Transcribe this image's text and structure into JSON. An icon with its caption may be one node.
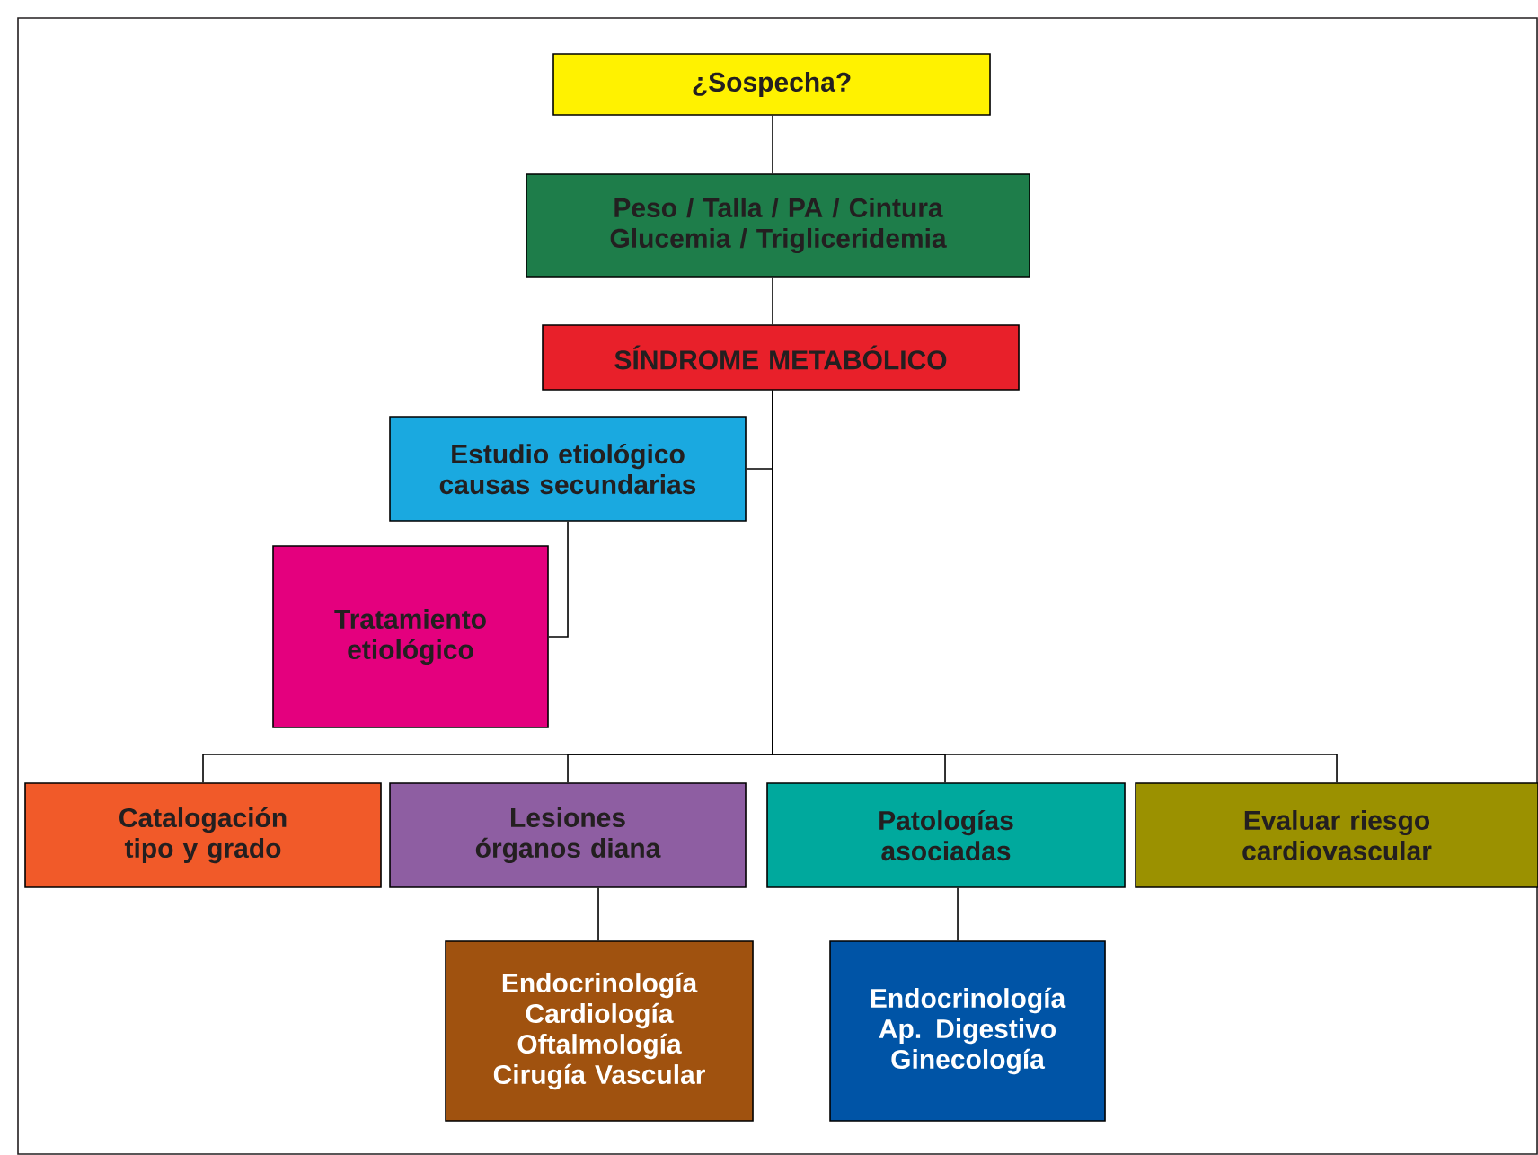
{
  "diagram": {
    "nodes": [
      {
        "text": [
          "¿Sospecha?"
        ]
      },
      {
        "text": [
          "Peso / Talla / PA / Cintura Glucemia / Trigliceridemia"
        ]
      },
      {
        "text": [
          "SÍNDROME METABÓLICO"
        ]
      },
      {
        "text": [
          "Estudio etiológico causas secundarias"
        ]
      },
      {
        "text": [
          "Tratamiento etiológico"
        ]
      },
      {
        "text": [
          "Catalogación tipo y grado"
        ]
      },
      {
        "text": [
          "Lesiones órganos diana"
        ]
      },
      {
        "text": [
          "Patologías asociadas"
        ]
      },
      {
        "text": [
          "Evaluar riesgo cardiovascular"
        ]
      },
      {
        "text": [
          "Endocrinología Cardiología Oftalmología Cirugía Vascular"
        ]
      },
      {
        "text": [
          "Endocrinología Ap. Digestivo Ginecología"
        ]
      }
    ],
    "edges": [
      {
        "from": 0,
        "to": 1,
        "arrow": "none"
      },
      {
        "from": 1,
        "to": 2,
        "arrow": "none"
      },
      {
        "from": 2,
        "to": 3,
        "arrow": "none"
      },
      {
        "from": 3,
        "to": 4,
        "arrow": "none"
      },
      {
        "from": 2,
        "to": 5,
        "arrow": "none"
      },
      {
        "from": 2,
        "to": 6,
        "arrow": "none"
      },
      {
        "from": 2,
        "to": 7,
        "arrow": "none"
      },
      {
        "from": 2,
        "to": 8,
        "arrow": "none"
      },
      {
        "from": 6,
        "to": 9,
        "arrow": "none"
      },
      {
        "from": 7,
        "to": 10,
        "arrow": "none"
      }
    ]
  }
}
